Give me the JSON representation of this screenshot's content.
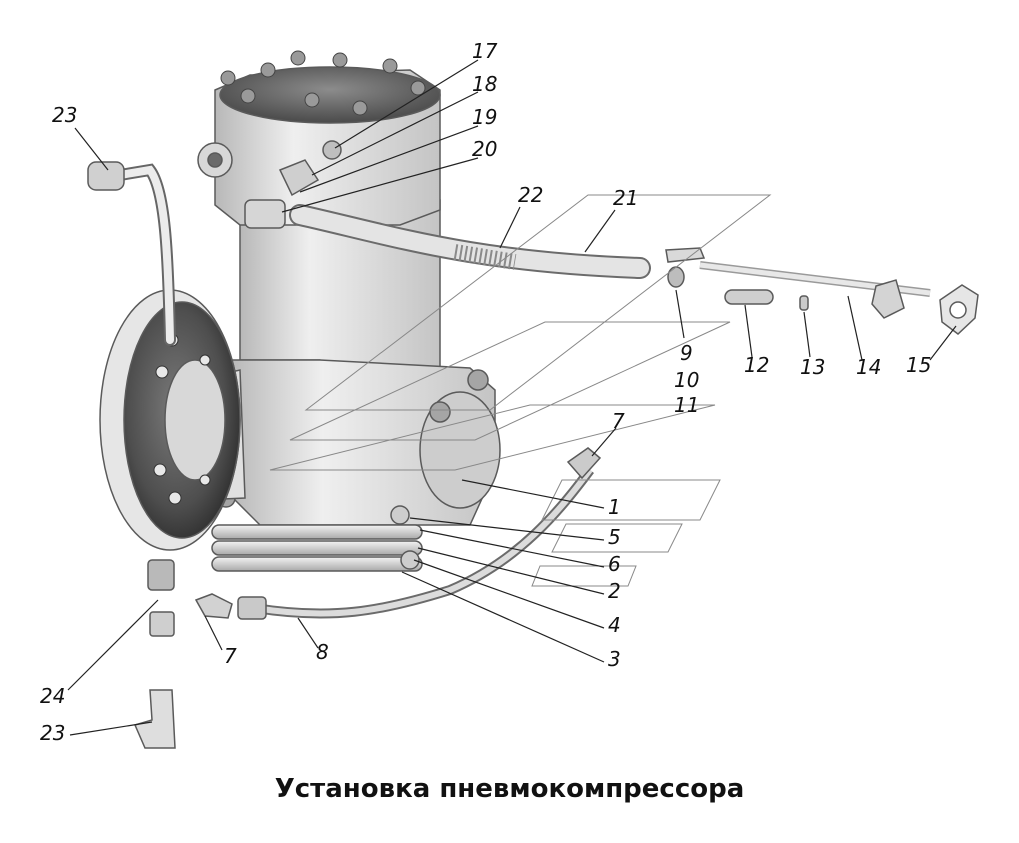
{
  "title": "Установка пневмокомпрессора",
  "callouts": {
    "c17": "17",
    "c18": "18",
    "c19": "19",
    "c20": "20",
    "c21": "21",
    "c22": "22",
    "c23_top": "23",
    "c23_bottom": "23",
    "c24": "24",
    "c9": "9",
    "c10": "10",
    "c11": "11",
    "c12": "12",
    "c13": "13",
    "c14": "14",
    "c15": "15",
    "c7_right": "7",
    "c7_bottom": "7",
    "c8": "8",
    "c1": "1",
    "c5": "5",
    "c6": "6",
    "c2": "2",
    "c4": "4",
    "c3": "3"
  }
}
